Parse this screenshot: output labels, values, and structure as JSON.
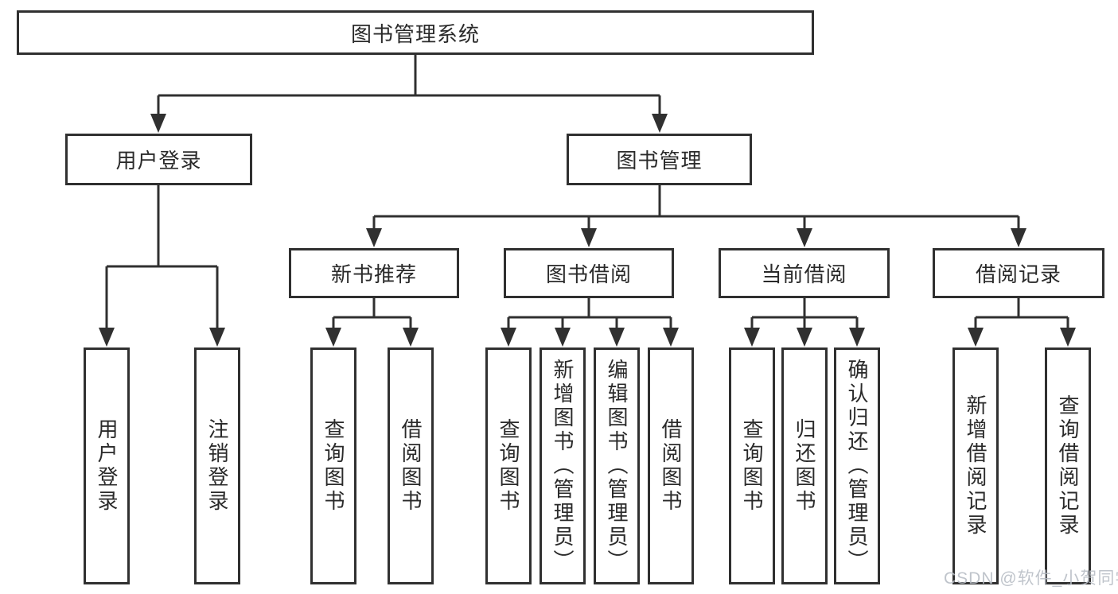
{
  "colors": {
    "line": "#303030",
    "box_border": "#303030",
    "box_fill": "#ffffff",
    "text": "#2a2a2a",
    "watermark_text": "#b9bec6",
    "background": "#ffffff"
  },
  "watermark": {
    "label": "CSDN @软件_小贺同学"
  },
  "tree": {
    "root": {
      "label": "图书管理系统"
    },
    "branches": [
      {
        "label": "用户登录",
        "leaves": [
          {
            "label": "用户登录"
          },
          {
            "label": "注销登录"
          }
        ]
      },
      {
        "label": "图书管理",
        "children": [
          {
            "label": "新书推荐",
            "leaves": [
              {
                "label": "查询图书"
              },
              {
                "label": "借阅图书"
              }
            ]
          },
          {
            "label": "图书借阅",
            "leaves": [
              {
                "label": "查询图书"
              },
              {
                "label": "新增图书（管理员）"
              },
              {
                "label": "编辑图书（管理员）"
              },
              {
                "label": "借阅图书"
              }
            ]
          },
          {
            "label": "当前借阅",
            "leaves": [
              {
                "label": "查询图书"
              },
              {
                "label": "归还图书"
              },
              {
                "label": "确认归还（管理员）"
              }
            ]
          },
          {
            "label": "借阅记录",
            "leaves": [
              {
                "label": "新增借阅记录"
              },
              {
                "label": "查询借阅记录"
              }
            ]
          }
        ]
      }
    ]
  }
}
